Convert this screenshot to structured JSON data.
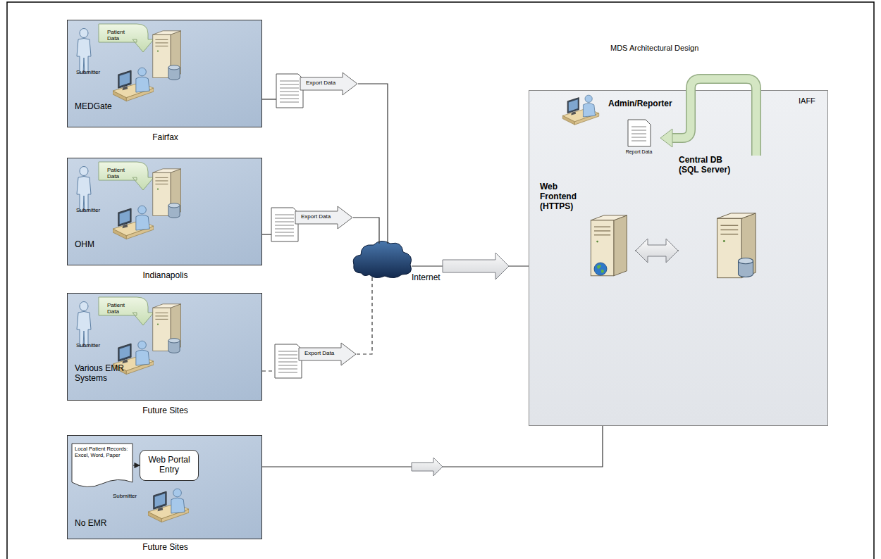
{
  "diagram": {
    "title": "MDS Architectural Design",
    "nodes": [
      {
        "text": [
          "MEDGate",
          "Fairfax"
        ]
      },
      {
        "text": [
          "OHM",
          "Indianapolis"
        ]
      },
      {
        "text": [
          "Various EMR Systems",
          "Future Sites"
        ]
      },
      {
        "text": [
          "Export Data"
        ]
      },
      {
        "text": [
          "Export Data"
        ]
      },
      {
        "text": [
          "Export Data"
        ]
      },
      {
        "text": [
          "Internet"
        ]
      },
      {
        "text": [
          "IAFF"
        ]
      },
      {
        "text": [
          "Admin/Reporter"
        ],
        "in": 7
      },
      {
        "text": [
          "Report Data"
        ],
        "in": 7
      },
      {
        "text": [
          "Web Frontend (HTTPS)"
        ],
        "in": 7
      },
      {
        "text": [
          "Central DB (SQL Server)"
        ],
        "in": 7
      },
      {
        "text": [
          "No EMR",
          "Future Sites"
        ]
      },
      {
        "text": [
          "Local Patient Records: Excel, Word, Paper"
        ],
        "in": 12
      },
      {
        "text": [
          "Web Portal Entry"
        ],
        "in": 12
      }
    ],
    "edges": [
      {
        "from": 0,
        "to": 3,
        "arrow": "none"
      },
      {
        "from": 3,
        "to": 6,
        "arrow": "none"
      },
      {
        "from": 1,
        "to": 4,
        "arrow": "none"
      },
      {
        "from": 4,
        "to": 6,
        "arrow": "none"
      },
      {
        "from": 2,
        "to": 5,
        "arrow": "none"
      },
      {
        "from": 5,
        "to": 6,
        "arrow": "none"
      },
      {
        "from": 6,
        "to": 7,
        "arrow": "to"
      },
      {
        "from": 12,
        "to": 7,
        "arrow": "to"
      },
      {
        "from": 10,
        "to": 11,
        "arrow": "both"
      },
      {
        "from": 11,
        "to": 9,
        "arrow": "to"
      },
      {
        "from": 13,
        "to": 14,
        "arrow": "to"
      }
    ],
    "labels": [
      "Patient Data",
      "Submitter",
      "Patient Data",
      "Submitter",
      "Patient Data",
      "Submitter",
      "Submitter"
    ]
  }
}
